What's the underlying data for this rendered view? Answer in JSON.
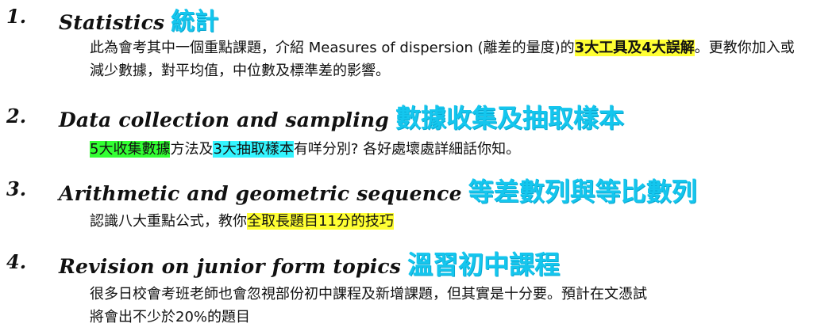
{
  "items": [
    {
      "number": "1.",
      "title_en": "Statistics",
      "title_zh": "統計",
      "body": {
        "p1": "此為會考其中一個重點課題，介紹 Measures of dispersion (離差的量度)的",
        "hl1": "3大工具及4大誤解",
        "p2": "。更教你加入或減少數據，對平均值，中位數及標準差的影響。"
      }
    },
    {
      "number": "2.",
      "title_en": "Data collection and sampling",
      "title_zh": "數據收集及抽取樣本",
      "body": {
        "hl1": "5大收集數據",
        "p1": "方法及",
        "hl2": "3大抽取樣本",
        "p2": "有咩分別? 各好處壞處詳細話你知。"
      }
    },
    {
      "number": "3.",
      "title_en": "Arithmetic and geometric sequence",
      "title_zh": "等差數列與等比數列",
      "body": {
        "p1": "認識八大重點公式，教你",
        "hl1": "全取長題目11分的技巧"
      }
    },
    {
      "number": "4.",
      "title_en": "Revision on junior form topics",
      "title_zh": "溫習初中課程",
      "body": {
        "line1": "很多日校會考班老師也會忽視部份初中課程及新增課題，但其實是十分要。預計在文憑試",
        "line2": "將會出不少於20%的題目"
      }
    }
  ]
}
